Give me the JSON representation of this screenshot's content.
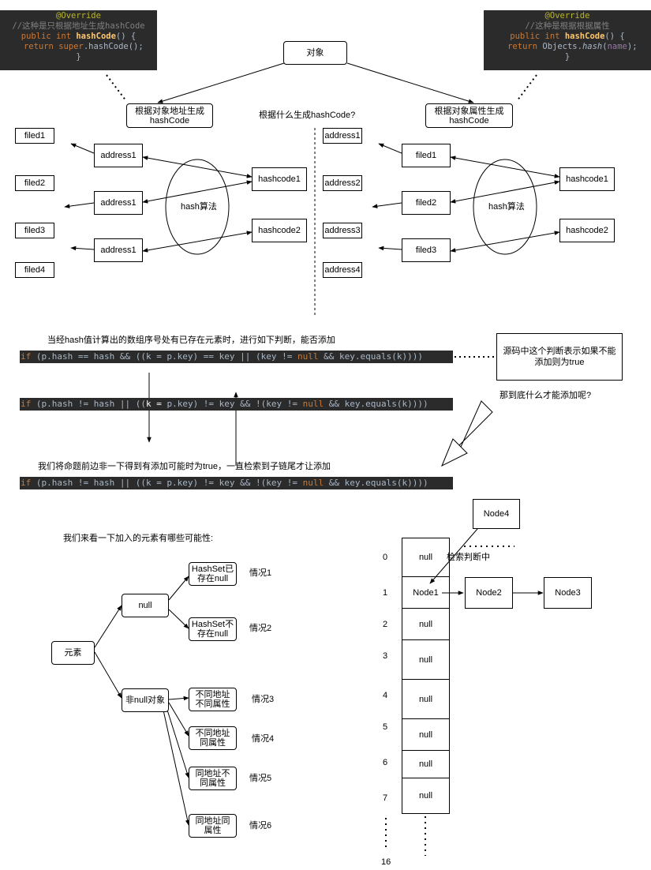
{
  "code_left": {
    "annotation": "@Override",
    "comment": "//这种是只根据地址生成hashCode",
    "kw_public": "public",
    "kw_int": "int",
    "method": "hashCode",
    "parens_open": "() {",
    "kw_return": "return",
    "kw_super": "super",
    "call": ".hashCode();",
    "close": "}"
  },
  "code_right": {
    "annotation": "@Override",
    "comment": "//这种是根据根据属性",
    "kw_public": "public",
    "kw_int": "int",
    "method": "hashCode",
    "parens_open": "() {",
    "kw_return": "return",
    "objects": "Objects.",
    "hash": "hash",
    "arg_open": "(",
    "arg": "name",
    "arg_close": ");",
    "close": "}"
  },
  "top": {
    "object_label": "对象",
    "left_gen": "根据对象地址生成hashCode",
    "right_gen": "根据对象属性生成hashCode",
    "question": "根据什么生成hashCode?"
  },
  "left_panel": {
    "fields": [
      "filed1",
      "filed2",
      "filed3",
      "filed4"
    ],
    "addresses": [
      "address1",
      "address1",
      "address1"
    ],
    "algo": "hash算法",
    "hashcodes": [
      "hashcode1",
      "hashcode2"
    ]
  },
  "right_panel": {
    "addresses": [
      "address1",
      "address2",
      "address3",
      "address4"
    ],
    "fields": [
      "filed1",
      "filed2",
      "filed3"
    ],
    "algo": "hash算法",
    "hashcodes": [
      "hashcode1",
      "hashcode2"
    ]
  },
  "middle": {
    "intro": "当经hash值计算出的数组序号处有已存在元素时，进行如下判断，能否添加",
    "code1": {
      "kw_if": "if",
      "a": " (p.hash == hash && ((k = p.key) == key || (key != ",
      "null": "null",
      "b": " && key.equals(k))))"
    },
    "note": "源码中这个判断表示如果不能添加则为true",
    "code2": {
      "kw_if": "if",
      "a": " (p.hash != hash || ((",
      "mid": "k =",
      "b": " p.key) != key && !(key != ",
      "null": "null",
      "c": " && key.equals(k))))"
    },
    "question": "那到底什么才能添加呢?",
    "conclusion": "我们将命题前边非一下得到有添加可能时为true，一直检索到子链尾才让添加",
    "code3": {
      "kw_if": "if",
      "a": " (p.hash != hash || ((k = p.key) != key && !(key != ",
      "null": "null",
      "b": " && key.equals(k))))"
    }
  },
  "tree": {
    "title": "我们来看一下加入的元素有哪些可能性:",
    "root": "元素",
    "null_node": "null",
    "nonnull_node": "非null对象",
    "leaves": [
      {
        "label": "HashSet已存在null",
        "case": "情况1"
      },
      {
        "label": "HashSet不存在null",
        "case": "情况2"
      },
      {
        "label": "不同地址不同属性",
        "case": "情况3"
      },
      {
        "label": "不同地址同属性",
        "case": "情况4"
      },
      {
        "label": "同地址不同属性",
        "case": "情况5"
      },
      {
        "label": "同地址同属性",
        "case": "情况6"
      }
    ]
  },
  "table": {
    "indices": [
      "0",
      "1",
      "2",
      "3",
      "4",
      "5",
      "6",
      "7",
      "16"
    ],
    "cells": [
      "null",
      "Node1",
      "null",
      "null",
      "null",
      "null",
      "null",
      "null"
    ],
    "node4": "Node4",
    "node2": "Node2",
    "node3": "Node3",
    "search_note": "检索判断中"
  }
}
